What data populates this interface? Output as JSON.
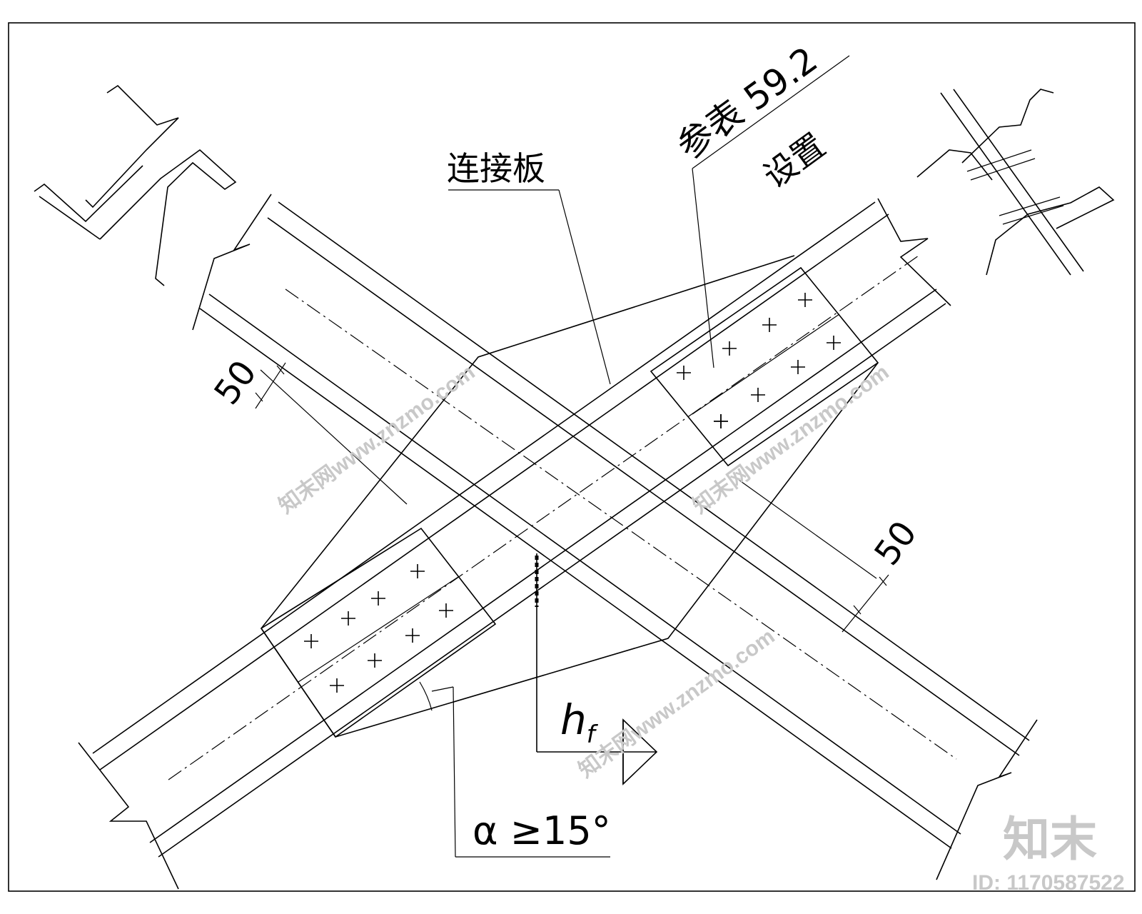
{
  "labels": {
    "plate": "连接板",
    "table_ref": "参表 59.2",
    "setting": "设置",
    "dim_left": "50",
    "dim_right": "50",
    "weld_size": "h",
    "weld_sub": "f",
    "angle": "α ≥15°"
  },
  "watermark": {
    "site": "知末网www.znzmo.com",
    "logo": "知末",
    "id": "ID: 1170587522"
  }
}
